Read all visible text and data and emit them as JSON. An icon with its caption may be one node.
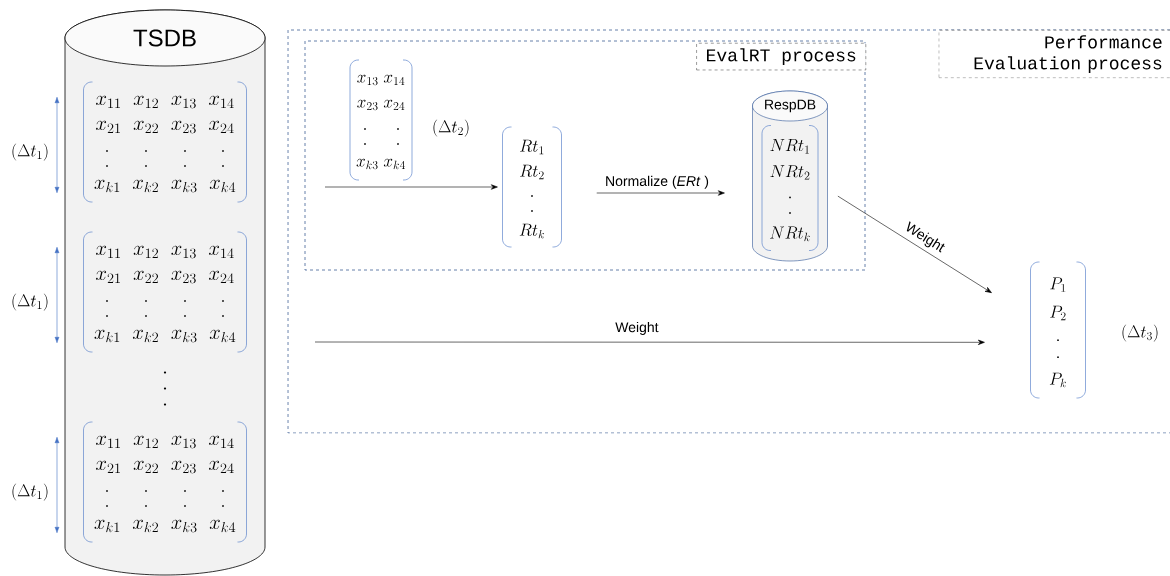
{
  "diagram": {
    "nodes": [
      {
        "text": [
          "TSDB"
        ]
      },
      {
        "text": [
          "x_{11}\\;\\;x_{12}\\;\\;x_{13}\\;\\;x_{14}",
          "x_{21}\\;\\;x_{22}\\;\\;x_{23}\\;\\;x_{24}",
          "x_{k1}\\;\\;x_{k2}\\;\\;x_{k3}\\;\\;x_{k4}"
        ],
        "beside": [
          "(\\Delta t_{1})"
        ],
        "in": 0
      },
      {
        "text": [
          "x_{11}\\;\\;x_{12}\\;\\;x_{13}\\;\\;x_{14}",
          "x_{21}\\;\\;x_{22}\\;\\;x_{23}\\;\\;x_{24}",
          "x_{k1}\\;\\;x_{k2}\\;\\;x_{k3}\\;\\;x_{k4}"
        ],
        "beside": [
          "(\\Delta t_{1})"
        ],
        "in": 0
      },
      {
        "text": [
          "x_{11}\\;\\;x_{12}\\;\\;x_{13}\\;\\;x_{14}",
          "x_{21}\\;\\;x_{22}\\;\\;x_{23}\\;\\;x_{24}",
          "x_{k1}\\;\\;x_{k2}\\;\\;x_{k3}\\;\\;x_{k4}"
        ],
        "beside": [
          "(\\Delta t_{1})"
        ],
        "in": 0
      },
      {
        "text": [
          "Performance Evaluation process"
        ]
      },
      {
        "text": [
          "EvalRT process"
        ],
        "in": 4
      },
      {
        "text": [
          "x_{13}\\;x_{14}",
          "x_{23}\\;x_{24}",
          "x_{k3}\\;x_{k4}"
        ],
        "beside": [
          "(\\Delta t_{2})"
        ],
        "in": 5
      },
      {
        "text": [
          "Rt_{1}",
          "Rt_{2}",
          "Rt_{k}"
        ],
        "in": 5
      },
      {
        "text": [
          "RespDB"
        ],
        "in": 5
      },
      {
        "text": [
          "NRt_{1}",
          "NRt_{2}",
          "NRt_{k}"
        ],
        "in": 8
      },
      {
        "text": [
          "P_{1}",
          "P_{2}",
          "P_{k}"
        ],
        "beside": [
          "(\\Delta t_{3})"
        ],
        "in": 4
      }
    ],
    "edges": [
      {
        "from": null,
        "to": 7,
        "arrow": "to"
      },
      {
        "from": 7,
        "to": 8,
        "arrow": "to",
        "label": "Normalize (*ERt* )"
      },
      {
        "from": 8,
        "to": 10,
        "arrow": "to",
        "label": "Weight"
      },
      {
        "from": null,
        "to": 10,
        "arrow": "to",
        "label": "Weight"
      }
    ]
  }
}
